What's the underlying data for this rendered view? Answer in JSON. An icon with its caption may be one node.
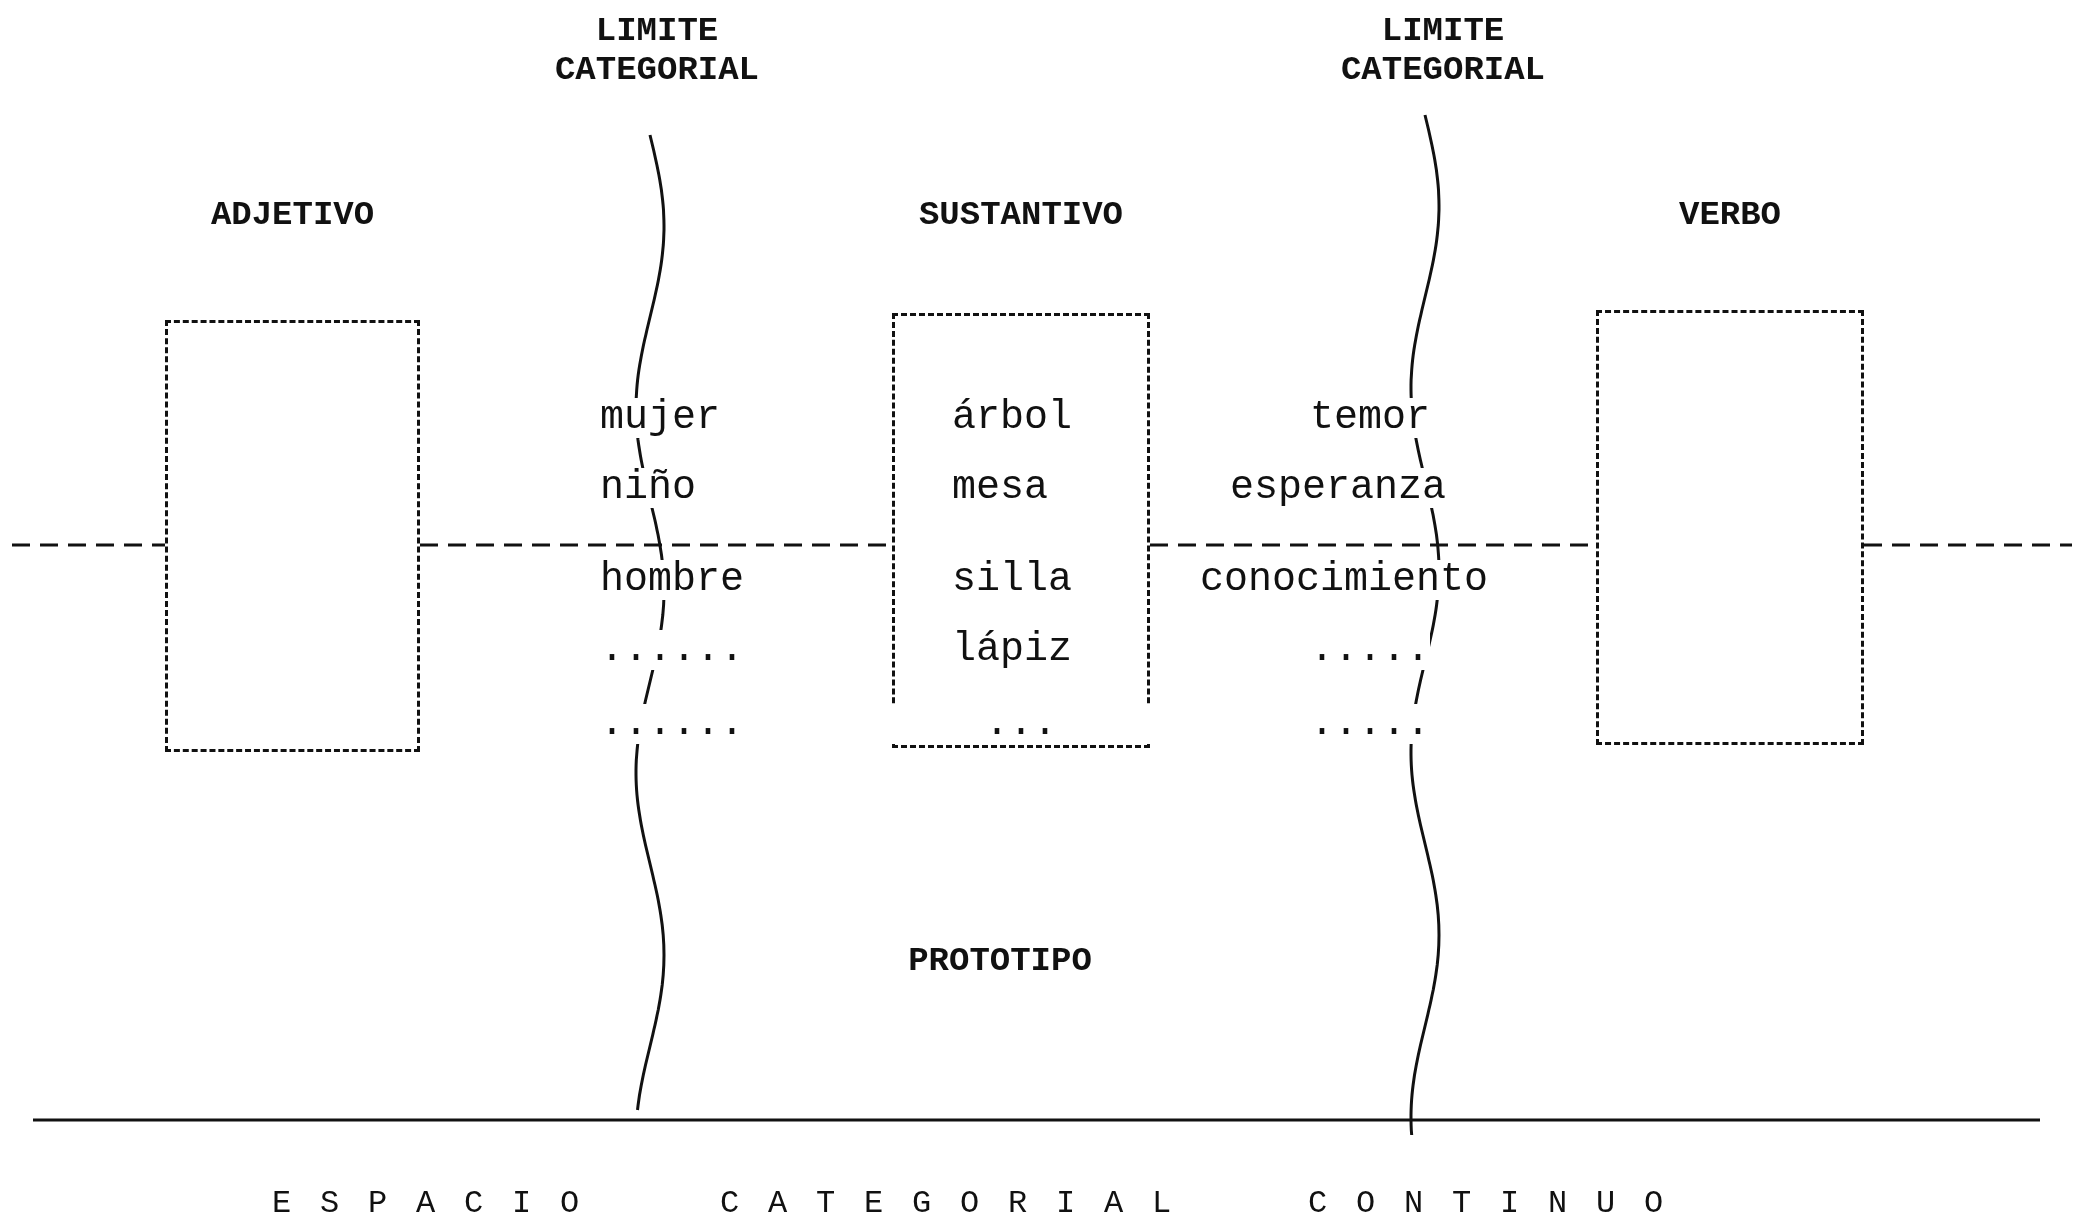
{
  "diagram": {
    "nodes": [
      {
        "text": [
          "ADJETIVO"
        ]
      },
      {
        "text": [
          "SUSTANTIVO",
          "árbol",
          "mesa",
          "silla",
          "lápiz",
          "..."
        ]
      },
      {
        "text": [
          "VERBO"
        ]
      }
    ],
    "edges": [
      {
        "from": null,
        "to": 0,
        "arrow": "none",
        "style": "dashed"
      },
      {
        "from": 0,
        "to": 1,
        "arrow": "none",
        "style": "dashed"
      },
      {
        "from": 1,
        "to": 2,
        "arrow": "none",
        "style": "dashed"
      },
      {
        "from": 2,
        "to": null,
        "arrow": "none",
        "style": "dashed"
      }
    ],
    "labels": [
      "LIMITE CATEGORIAL",
      "LIMITE CATEGORIAL",
      "mujer",
      "temor",
      "niño",
      "esperanza",
      "hombre",
      "conocimiento",
      "......",
      ".....",
      "......",
      ".....",
      "PROTOTIPO",
      "ESPACIO",
      "CATEGORIAL",
      "CONTINUO"
    ]
  }
}
